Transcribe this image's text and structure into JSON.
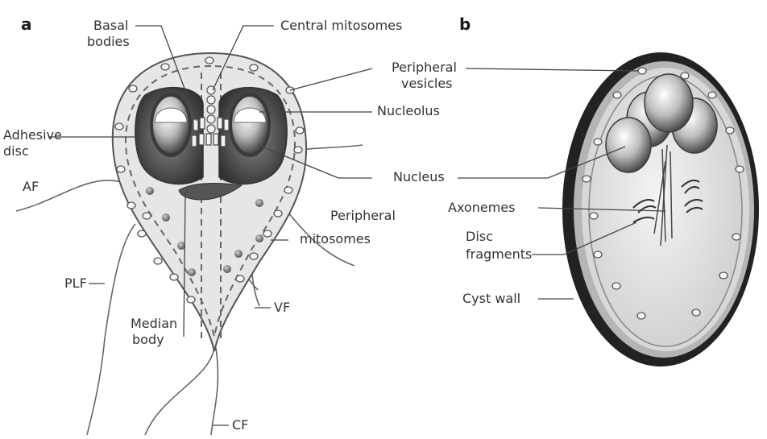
{
  "panels": {
    "a": "a",
    "b": "b"
  },
  "labels_a": {
    "basal_bodies_1": "Basal",
    "basal_bodies_2": "bodies",
    "central_mitosomes": "Central mitosomes",
    "adhesive_disc_1": "Adhesive",
    "adhesive_disc_2": "disc",
    "af": "AF",
    "plf": "PLF",
    "median_body_1": "Median",
    "median_body_2": "body",
    "vf": "VF",
    "cf": "CF"
  },
  "labels_shared": {
    "peripheral_vesicles_1": "Peripheral",
    "peripheral_vesicles_2": "vesicles",
    "nucleolus": "Nucleolus",
    "nucleus": "Nucleus",
    "peripheral_mitosomes_1": "Peripheral",
    "peripheral_mitosomes_2": "mitosomes"
  },
  "labels_b": {
    "axonemes": "Axonemes",
    "disc_fragments_1": "Disc",
    "disc_fragments_2": "fragments",
    "cyst_wall": "Cyst wall"
  },
  "colors": {
    "trophozoite_fill": "#e6e6e6",
    "disc_dark": "#4a4a4a",
    "cyst_wall": "#222222",
    "line": "#444444"
  }
}
